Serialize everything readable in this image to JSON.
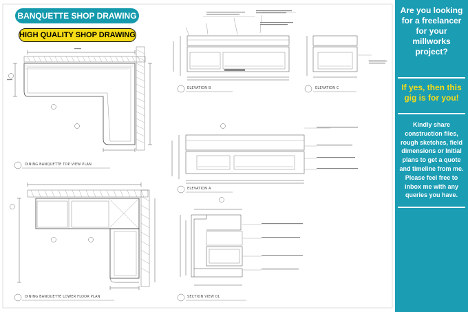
{
  "banner": {
    "title": "BANQUETTE SHOP DRAWING",
    "subtitle": "HIGH QUALITY SHOP DRAWING"
  },
  "drawings": {
    "elevation_b": "ELEVATION B",
    "elevation_c": "ELEVATION C",
    "elevation_a": "ELEVATION A",
    "top_view": "DINING BANQUETTE TOP VIEW PLAN",
    "lower_floor": "DINING BANQUETTE LOWER FLOOR PLAN",
    "section": "SECTION VIEW 01"
  },
  "sidebar": {
    "question": "Are you looking for a freelancer for your millworks project?",
    "yes_line": "If yes, then this gig is for you!",
    "body": "Kindly share construction files, rough sketches, field dimensions or Initial plans to get a quote and timeline from me. Please feel free to inbox me with any queries you have."
  },
  "colors": {
    "accent": "#1b9db4",
    "highlight": "#f6dc16",
    "line": "#555555"
  }
}
